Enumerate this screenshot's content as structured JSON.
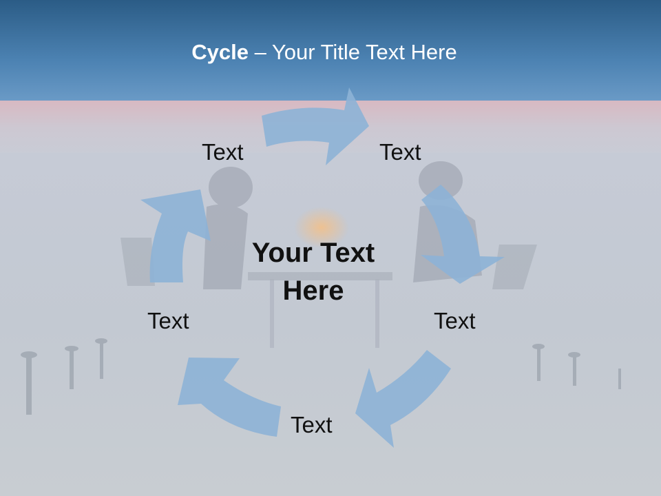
{
  "slide": {
    "title_bold": "Cycle",
    "title_rest": " – Your Title Text Here",
    "center_text_line1": "Your Text",
    "center_text_line2": "Here"
  },
  "cycle": {
    "labels": [
      "Text",
      "Text",
      "Text",
      "Text",
      "Text"
    ],
    "arrow_color": "#8db3d6"
  },
  "colors": {
    "title_bar": "#4c82b2",
    "title_text": "#ffffff",
    "background": "#c5ccd4",
    "label_text": "#111111"
  }
}
